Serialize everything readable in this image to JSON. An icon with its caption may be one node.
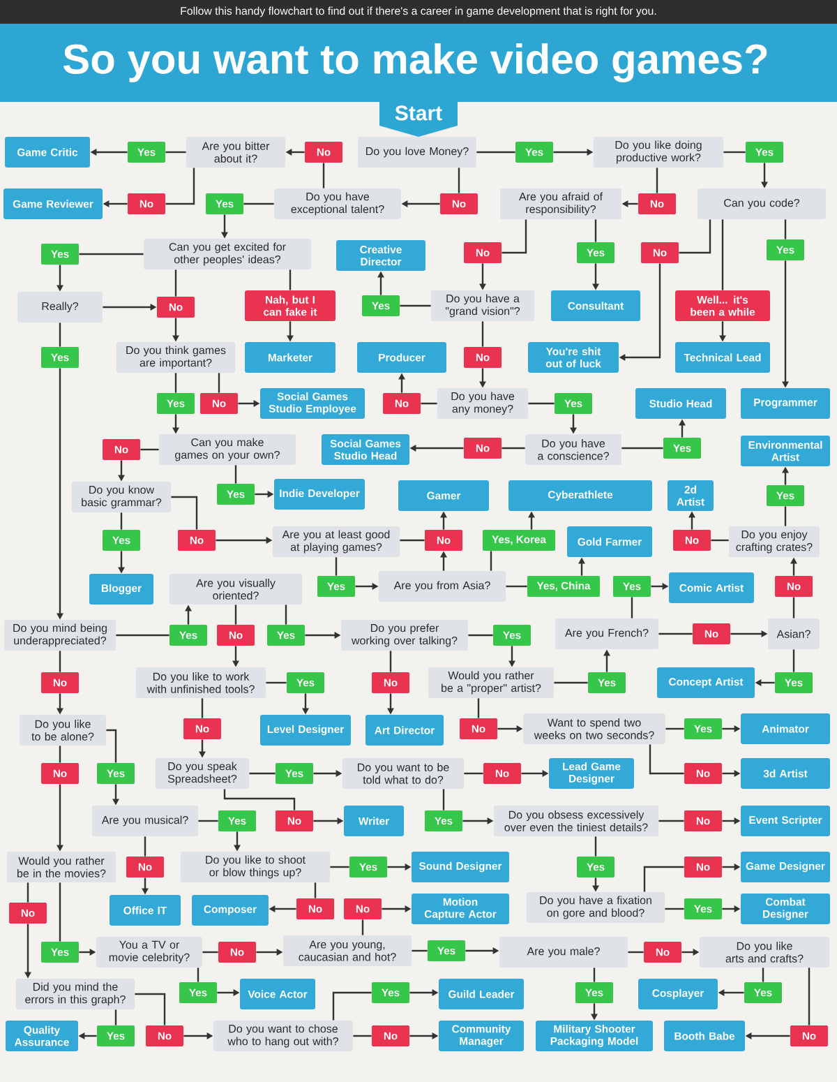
{
  "diagram": {
    "title": "So you want to make video games?",
    "nodes": [
      {
        "text": [
          "Start"
        ]
      },
      {
        "text": [
          "Game Critic"
        ]
      },
      {
        "text": [
          "Yes"
        ]
      },
      {
        "text": [
          "Are you bitter about it?"
        ]
      },
      {
        "text": [
          "No"
        ]
      },
      {
        "text": [
          "Do you love Money?"
        ]
      },
      {
        "text": [
          "Yes"
        ]
      },
      {
        "text": [
          "Do you like doing productive work?"
        ]
      },
      {
        "text": [
          "Yes"
        ]
      },
      {
        "text": [
          "Game Reviewer"
        ]
      },
      {
        "text": [
          "No"
        ]
      },
      {
        "text": [
          "Yes"
        ]
      },
      {
        "text": [
          "Do you have exceptional talent?"
        ]
      },
      {
        "text": [
          "No"
        ]
      },
      {
        "text": [
          "Are you afraid of responsibility?"
        ]
      },
      {
        "text": [
          "No"
        ]
      },
      {
        "text": [
          "Can you code?"
        ]
      },
      {
        "text": [
          "Yes"
        ]
      },
      {
        "text": [
          "Can you get excited for other peoples' ideas?"
        ]
      },
      {
        "text": [
          "Creative Director"
        ]
      },
      {
        "text": [
          "No"
        ]
      },
      {
        "text": [
          "Yes"
        ]
      },
      {
        "text": [
          "No"
        ]
      },
      {
        "text": [
          "Yes"
        ]
      },
      {
        "text": [
          "Really?"
        ]
      },
      {
        "text": [
          "No"
        ]
      },
      {
        "text": [
          "Nah, but I can fake it"
        ]
      },
      {
        "text": [
          "Yes"
        ]
      },
      {
        "text": [
          "Do you have a \"grand vision\"?"
        ]
      },
      {
        "text": [
          "Consultant"
        ]
      },
      {
        "text": [
          "Well... it's been a while"
        ]
      },
      {
        "text": [
          "Yes"
        ]
      },
      {
        "text": [
          "Do you think games are important?"
        ]
      },
      {
        "text": [
          "Marketer"
        ]
      },
      {
        "text": [
          "Producer"
        ]
      },
      {
        "text": [
          "No"
        ]
      },
      {
        "text": [
          "You're shit out of luck"
        ]
      },
      {
        "text": [
          "Technical Lead"
        ]
      },
      {
        "text": [
          "Yes"
        ]
      },
      {
        "text": [
          "No"
        ]
      },
      {
        "text": [
          "Social Games Studio Employee"
        ]
      },
      {
        "text": [
          "No"
        ]
      },
      {
        "text": [
          "Do you have any money?"
        ]
      },
      {
        "text": [
          "Yes"
        ]
      },
      {
        "text": [
          "Studio Head"
        ]
      },
      {
        "text": [
          "Programmer"
        ]
      },
      {
        "text": [
          "No"
        ]
      },
      {
        "text": [
          "Can you make games on your own?"
        ]
      },
      {
        "text": [
          "Social Games Studio Head"
        ]
      },
      {
        "text": [
          "No"
        ]
      },
      {
        "text": [
          "Do you have a conscience?"
        ]
      },
      {
        "text": [
          "Yes"
        ]
      },
      {
        "text": [
          "Environmental Artist"
        ]
      },
      {
        "text": [
          "Do you know basic grammar?"
        ]
      },
      {
        "text": [
          "Yes"
        ]
      },
      {
        "text": [
          "Indie Developer"
        ]
      },
      {
        "text": [
          "Gamer"
        ]
      },
      {
        "text": [
          "Cyberathlete"
        ]
      },
      {
        "text": [
          "2d Artist"
        ]
      },
      {
        "text": [
          "Yes"
        ]
      },
      {
        "text": [
          "Yes"
        ]
      },
      {
        "text": [
          "No"
        ]
      },
      {
        "text": [
          "Are you at least good at playing games?"
        ]
      },
      {
        "text": [
          "No"
        ]
      },
      {
        "text": [
          "Yes, Korea"
        ]
      },
      {
        "text": [
          "Gold Farmer"
        ]
      },
      {
        "text": [
          "No"
        ]
      },
      {
        "text": [
          "Do you enjoy crafting crates?"
        ]
      },
      {
        "text": [
          "Blogger"
        ]
      },
      {
        "text": [
          "Are you visually oriented?"
        ]
      },
      {
        "text": [
          "Yes"
        ]
      },
      {
        "text": [
          "Are you from Asia?"
        ]
      },
      {
        "text": [
          "Yes, China"
        ]
      },
      {
        "text": [
          "Yes"
        ]
      },
      {
        "text": [
          "Comic Artist"
        ]
      },
      {
        "text": [
          "No"
        ]
      },
      {
        "text": [
          "Do you mind being underappreciated?"
        ]
      },
      {
        "text": [
          "Yes"
        ]
      },
      {
        "text": [
          "No"
        ]
      },
      {
        "text": [
          "Yes"
        ]
      },
      {
        "text": [
          "Do you prefer working over talking?"
        ]
      },
      {
        "text": [
          "Yes"
        ]
      },
      {
        "text": [
          "Are you French?"
        ]
      },
      {
        "text": [
          "No"
        ]
      },
      {
        "text": [
          "Asian?"
        ]
      },
      {
        "text": [
          "No"
        ]
      },
      {
        "text": [
          "Do you like to work with unfinished tools?"
        ]
      },
      {
        "text": [
          "Yes"
        ]
      },
      {
        "text": [
          "No"
        ]
      },
      {
        "text": [
          "Would you rather be a \"proper\" artist?"
        ]
      },
      {
        "text": [
          "Yes"
        ]
      },
      {
        "text": [
          "Concept Artist"
        ]
      },
      {
        "text": [
          "Yes"
        ]
      },
      {
        "text": [
          "Do you like to be alone?"
        ]
      },
      {
        "text": [
          "No"
        ]
      },
      {
        "text": [
          "Level Designer"
        ]
      },
      {
        "text": [
          "Art Director"
        ]
      },
      {
        "text": [
          "No"
        ]
      },
      {
        "text": [
          "Want to spend two weeks on two seconds?"
        ]
      },
      {
        "text": [
          "Yes"
        ]
      },
      {
        "text": [
          "Animator"
        ]
      },
      {
        "text": [
          "No"
        ]
      },
      {
        "text": [
          "Yes"
        ]
      },
      {
        "text": [
          "Do you speak Spreadsheet?"
        ]
      },
      {
        "text": [
          "Yes"
        ]
      },
      {
        "text": [
          "Do you want to be told what to do?"
        ]
      },
      {
        "text": [
          "No"
        ]
      },
      {
        "text": [
          "Lead Game Designer"
        ]
      },
      {
        "text": [
          "No"
        ]
      },
      {
        "text": [
          "3d Artist"
        ]
      },
      {
        "text": [
          "Are you musical?"
        ]
      },
      {
        "text": [
          "Yes"
        ]
      },
      {
        "text": [
          "No"
        ]
      },
      {
        "text": [
          "Writer"
        ]
      },
      {
        "text": [
          "Yes"
        ]
      },
      {
        "text": [
          "Do you obsess excessively over even the tiniest details?"
        ]
      },
      {
        "text": [
          "No"
        ]
      },
      {
        "text": [
          "Event Scripter"
        ]
      },
      {
        "text": [
          "Would you rather be in the movies?"
        ]
      },
      {
        "text": [
          "No"
        ]
      },
      {
        "text": [
          "Do you like to shoot or blow things up?"
        ]
      },
      {
        "text": [
          "Yes"
        ]
      },
      {
        "text": [
          "Sound Designer"
        ]
      },
      {
        "text": [
          "Yes"
        ]
      },
      {
        "text": [
          "No"
        ]
      },
      {
        "text": [
          "Game Designer"
        ]
      },
      {
        "text": [
          "No"
        ]
      },
      {
        "text": [
          "Office IT"
        ]
      },
      {
        "text": [
          "Composer"
        ]
      },
      {
        "text": [
          "No"
        ]
      },
      {
        "text": [
          "No"
        ]
      },
      {
        "text": [
          "Motion Capture Actor"
        ]
      },
      {
        "text": [
          "Do you have a fixation on gore and blood?"
        ]
      },
      {
        "text": [
          "Yes"
        ]
      },
      {
        "text": [
          "Combat Designer"
        ]
      },
      {
        "text": [
          "Yes"
        ]
      },
      {
        "text": [
          "You a TV or movie celebrity?"
        ]
      },
      {
        "text": [
          "No"
        ]
      },
      {
        "text": [
          "Are you young, caucasian and hot?"
        ]
      },
      {
        "text": [
          "Yes"
        ]
      },
      {
        "text": [
          "Are you male?"
        ]
      },
      {
        "text": [
          "No"
        ]
      },
      {
        "text": [
          "Do you like arts and crafts?"
        ]
      },
      {
        "text": [
          "Did you mind the errors in this graph?"
        ]
      },
      {
        "text": [
          "Yes"
        ]
      },
      {
        "text": [
          "Voice Actor"
        ]
      },
      {
        "text": [
          "Yes"
        ]
      },
      {
        "text": [
          "Guild Leader"
        ]
      },
      {
        "text": [
          "Yes"
        ]
      },
      {
        "text": [
          "Cosplayer"
        ]
      },
      {
        "text": [
          "Yes"
        ]
      },
      {
        "text": [
          "Quality Assurance"
        ]
      },
      {
        "text": [
          "Yes"
        ]
      },
      {
        "text": [
          "No"
        ]
      },
      {
        "text": [
          "Do you want to chose who to hang out with?"
        ]
      },
      {
        "text": [
          "No"
        ]
      },
      {
        "text": [
          "Community Manager"
        ]
      },
      {
        "text": [
          "Military Shooter Packaging Model"
        ]
      },
      {
        "text": [
          "Booth Babe"
        ]
      },
      {
        "text": [
          "No"
        ]
      }
    ],
    "edges": [
      {
        "from": 5,
        "to": 6,
        "arrow": "none"
      },
      {
        "from": 6,
        "to": 7,
        "arrow": "to"
      },
      {
        "from": 7,
        "to": 8,
        "arrow": "none"
      },
      {
        "from": 8,
        "to": 16,
        "arrow": "to"
      },
      {
        "from": 5,
        "to": 13,
        "arrow": "none"
      },
      {
        "from": 13,
        "to": 12,
        "arrow": "to"
      },
      {
        "from": 7,
        "to": 15,
        "arrow": "none"
      },
      {
        "from": 15,
        "to": 14,
        "arrow": "to"
      },
      {
        "from": 12,
        "to": 4,
        "arrow": "none"
      },
      {
        "from": 4,
        "to": 3,
        "arrow": "to"
      },
      {
        "from": 3,
        "to": 2,
        "arrow": "none"
      },
      {
        "from": 2,
        "to": 1,
        "arrow": "to"
      },
      {
        "from": 3,
        "to": 10,
        "arrow": "none"
      },
      {
        "from": 10,
        "to": 9,
        "arrow": "to"
      },
      {
        "from": 12,
        "to": 11,
        "arrow": "none"
      },
      {
        "from": 11,
        "to": 18,
        "arrow": "to"
      },
      {
        "from": 14,
        "to": 20,
        "arrow": "none"
      },
      {
        "from": 20,
        "to": 28,
        "arrow": "to"
      },
      {
        "from": 14,
        "to": 21,
        "arrow": "none"
      },
      {
        "from": 21,
        "to": 29,
        "arrow": "to"
      },
      {
        "from": 16,
        "to": 22,
        "arrow": "none"
      },
      {
        "from": 22,
        "to": 36,
        "arrow": "to"
      },
      {
        "from": 16,
        "to": 30,
        "arrow": "none"
      },
      {
        "from": 30,
        "to": 37,
        "arrow": "to"
      },
      {
        "from": 16,
        "to": 23,
        "arrow": "none"
      },
      {
        "from": 23,
        "to": 45,
        "arrow": "to"
      },
      {
        "from": 18,
        "to": 17,
        "arrow": "none"
      },
      {
        "from": 17,
        "to": 24,
        "arrow": "to"
      },
      {
        "from": 18,
        "to": 25,
        "arrow": "none"
      },
      {
        "from": 18,
        "to": 26,
        "arrow": "none"
      },
      {
        "from": 26,
        "to": 33,
        "arrow": "to"
      },
      {
        "from": 24,
        "to": 25,
        "arrow": "to"
      },
      {
        "from": 25,
        "to": 32,
        "arrow": "to"
      },
      {
        "from": 24,
        "to": 31,
        "arrow": "none"
      },
      {
        "from": 31,
        "to": 76,
        "arrow": "to"
      },
      {
        "from": 28,
        "to": 27,
        "arrow": "none"
      },
      {
        "from": 27,
        "to": 19,
        "arrow": "to"
      },
      {
        "from": 28,
        "to": 35,
        "arrow": "none"
      },
      {
        "from": 35,
        "to": 42,
        "arrow": "to"
      },
      {
        "from": 32,
        "to": 38,
        "arrow": "none"
      },
      {
        "from": 38,
        "to": 47,
        "arrow": "to"
      },
      {
        "from": 32,
        "to": 39,
        "arrow": "none"
      },
      {
        "from": 39,
        "to": 40,
        "arrow": "to"
      },
      {
        "from": 42,
        "to": 41,
        "arrow": "none"
      },
      {
        "from": 41,
        "to": 34,
        "arrow": "to"
      },
      {
        "from": 42,
        "to": 43,
        "arrow": "none"
      },
      {
        "from": 43,
        "to": 50,
        "arrow": "to"
      },
      {
        "from": 50,
        "to": 49,
        "arrow": "none"
      },
      {
        "from": 49,
        "to": 48,
        "arrow": "to"
      },
      {
        "from": 50,
        "to": 51,
        "arrow": "none"
      },
      {
        "from": 51,
        "to": 44,
        "arrow": "to"
      },
      {
        "from": 47,
        "to": 46,
        "arrow": "none"
      },
      {
        "from": 46,
        "to": 53,
        "arrow": "to"
      },
      {
        "from": 47,
        "to": 54,
        "arrow": "none"
      },
      {
        "from": 54,
        "to": 55,
        "arrow": "to"
      },
      {
        "from": 53,
        "to": 60,
        "arrow": "none"
      },
      {
        "from": 60,
        "to": 68,
        "arrow": "to"
      },
      {
        "from": 53,
        "to": 61,
        "arrow": "none"
      },
      {
        "from": 61,
        "to": 62,
        "arrow": "to"
      },
      {
        "from": 62,
        "to": 70,
        "arrow": "none"
      },
      {
        "from": 70,
        "to": 71,
        "arrow": "to"
      },
      {
        "from": 62,
        "to": 63,
        "arrow": "none"
      },
      {
        "from": 71,
        "to": 63,
        "arrow": "to"
      },
      {
        "from": 63,
        "to": 56,
        "arrow": "to"
      },
      {
        "from": 71,
        "to": 64,
        "arrow": "none"
      },
      {
        "from": 64,
        "to": 57,
        "arrow": "to"
      },
      {
        "from": 71,
        "to": 72,
        "arrow": "none"
      },
      {
        "from": 72,
        "to": 65,
        "arrow": "to"
      },
      {
        "from": 67,
        "to": 66,
        "arrow": "none"
      },
      {
        "from": 66,
        "to": 58,
        "arrow": "to"
      },
      {
        "from": 67,
        "to": 59,
        "arrow": "none"
      },
      {
        "from": 59,
        "to": 52,
        "arrow": "to"
      },
      {
        "from": 76,
        "to": 77,
        "arrow": "none"
      },
      {
        "from": 77,
        "to": 69,
        "arrow": "to"
      },
      {
        "from": 76,
        "to": 85,
        "arrow": "none"
      },
      {
        "from": 85,
        "to": 93,
        "arrow": "to"
      },
      {
        "from": 69,
        "to": 78,
        "arrow": "none"
      },
      {
        "from": 78,
        "to": 86,
        "arrow": "to"
      },
      {
        "from": 69,
        "to": 79,
        "arrow": "none"
      },
      {
        "from": 79,
        "to": 80,
        "arrow": "to"
      },
      {
        "from": 80,
        "to": 81,
        "arrow": "none"
      },
      {
        "from": 81,
        "to": 89,
        "arrow": "to"
      },
      {
        "from": 80,
        "to": 88,
        "arrow": "none"
      },
      {
        "from": 88,
        "to": 96,
        "arrow": "to"
      },
      {
        "from": 89,
        "to": 90,
        "arrow": "none"
      },
      {
        "from": 90,
        "to": 82,
        "arrow": "to"
      },
      {
        "from": 89,
        "to": 97,
        "arrow": "none"
      },
      {
        "from": 97,
        "to": 98,
        "arrow": "to"
      },
      {
        "from": 82,
        "to": 73,
        "arrow": "none"
      },
      {
        "from": 73,
        "to": 74,
        "arrow": "to"
      },
      {
        "from": 82,
        "to": 83,
        "arrow": "none"
      },
      {
        "from": 83,
        "to": 84,
        "arrow": "to"
      },
      {
        "from": 84,
        "to": 75,
        "arrow": "none"
      },
      {
        "from": 75,
        "to": 67,
        "arrow": "to"
      },
      {
        "from": 84,
        "to": 92,
        "arrow": "none"
      },
      {
        "from": 92,
        "to": 91,
        "arrow": "to"
      },
      {
        "from": 98,
        "to": 99,
        "arrow": "none"
      },
      {
        "from": 99,
        "to": 100,
        "arrow": "to"
      },
      {
        "from": 98,
        "to": 108,
        "arrow": "none"
      },
      {
        "from": 108,
        "to": 109,
        "arrow": "to"
      },
      {
        "from": 86,
        "to": 87,
        "arrow": "none"
      },
      {
        "from": 87,
        "to": 95,
        "arrow": "to"
      },
      {
        "from": 86,
        "to": 94,
        "arrow": "none"
      },
      {
        "from": 94,
        "to": 103,
        "arrow": "to"
      },
      {
        "from": 93,
        "to": 101,
        "arrow": "none"
      },
      {
        "from": 101,
        "to": 118,
        "arrow": "to"
      },
      {
        "from": 93,
        "to": 102,
        "arrow": "none"
      },
      {
        "from": 102,
        "to": 110,
        "arrow": "to"
      },
      {
        "from": 103,
        "to": 104,
        "arrow": "none"
      },
      {
        "from": 104,
        "to": 105,
        "arrow": "to"
      },
      {
        "from": 103,
        "to": 112,
        "arrow": "none"
      },
      {
        "from": 112,
        "to": 113,
        "arrow": "to"
      },
      {
        "from": 105,
        "to": 106,
        "arrow": "none"
      },
      {
        "from": 106,
        "to": 107,
        "arrow": "to"
      },
      {
        "from": 105,
        "to": 114,
        "arrow": "none"
      },
      {
        "from": 114,
        "to": 115,
        "arrow": "to"
      },
      {
        "from": 115,
        "to": 116,
        "arrow": "none"
      },
      {
        "from": 116,
        "to": 117,
        "arrow": "to"
      },
      {
        "from": 115,
        "to": 123,
        "arrow": "none"
      },
      {
        "from": 123,
        "to": 132,
        "arrow": "to"
      },
      {
        "from": 132,
        "to": 124,
        "arrow": "none"
      },
      {
        "from": 124,
        "to": 125,
        "arrow": "to"
      },
      {
        "from": 132,
        "to": 133,
        "arrow": "none"
      },
      {
        "from": 133,
        "to": 134,
        "arrow": "to"
      },
      {
        "from": 110,
        "to": 111,
        "arrow": "none"
      },
      {
        "from": 111,
        "to": 120,
        "arrow": "to"
      },
      {
        "from": 110,
        "to": 119,
        "arrow": "none"
      },
      {
        "from": 119,
        "to": 127,
        "arrow": "to"
      },
      {
        "from": 120,
        "to": 121,
        "arrow": "none"
      },
      {
        "from": 121,
        "to": 122,
        "arrow": "to"
      },
      {
        "from": 120,
        "to": 129,
        "arrow": "none"
      },
      {
        "from": 129,
        "to": 128,
        "arrow": "to"
      },
      {
        "from": 118,
        "to": 126,
        "arrow": "none"
      },
      {
        "from": 126,
        "to": 143,
        "arrow": "to"
      },
      {
        "from": 118,
        "to": 135,
        "arrow": "none"
      },
      {
        "from": 135,
        "to": 136,
        "arrow": "to"
      },
      {
        "from": 136,
        "to": 137,
        "arrow": "none"
      },
      {
        "from": 137,
        "to": 138,
        "arrow": "to"
      },
      {
        "from": 136,
        "to": 144,
        "arrow": "none"
      },
      {
        "from": 144,
        "to": 145,
        "arrow": "to"
      },
      {
        "from": 138,
        "to": 130,
        "arrow": "none"
      },
      {
        "from": 130,
        "to": 131,
        "arrow": "to"
      },
      {
        "from": 138,
        "to": 139,
        "arrow": "none"
      },
      {
        "from": 139,
        "to": 140,
        "arrow": "to"
      },
      {
        "from": 140,
        "to": 141,
        "arrow": "none"
      },
      {
        "from": 141,
        "to": 142,
        "arrow": "to"
      },
      {
        "from": 140,
        "to": 148,
        "arrow": "none"
      },
      {
        "from": 148,
        "to": 157,
        "arrow": "to"
      },
      {
        "from": 142,
        "to": 150,
        "arrow": "none"
      },
      {
        "from": 150,
        "to": 149,
        "arrow": "to"
      },
      {
        "from": 142,
        "to": 159,
        "arrow": "none"
      },
      {
        "from": 159,
        "to": 158,
        "arrow": "to"
      },
      {
        "from": 143,
        "to": 152,
        "arrow": "none"
      },
      {
        "from": 152,
        "to": 151,
        "arrow": "to"
      },
      {
        "from": 143,
        "to": 153,
        "arrow": "none"
      },
      {
        "from": 153,
        "to": 154,
        "arrow": "to"
      },
      {
        "from": 154,
        "to": 146,
        "arrow": "none"
      },
      {
        "from": 146,
        "to": 147,
        "arrow": "to"
      },
      {
        "from": 154,
        "to": 155,
        "arrow": "none"
      },
      {
        "from": 155,
        "to": 156,
        "arrow": "to"
      }
    ],
    "labels": [
      "Follow this handy flowchart to find out if there's a career in game development that is right for you."
    ]
  }
}
